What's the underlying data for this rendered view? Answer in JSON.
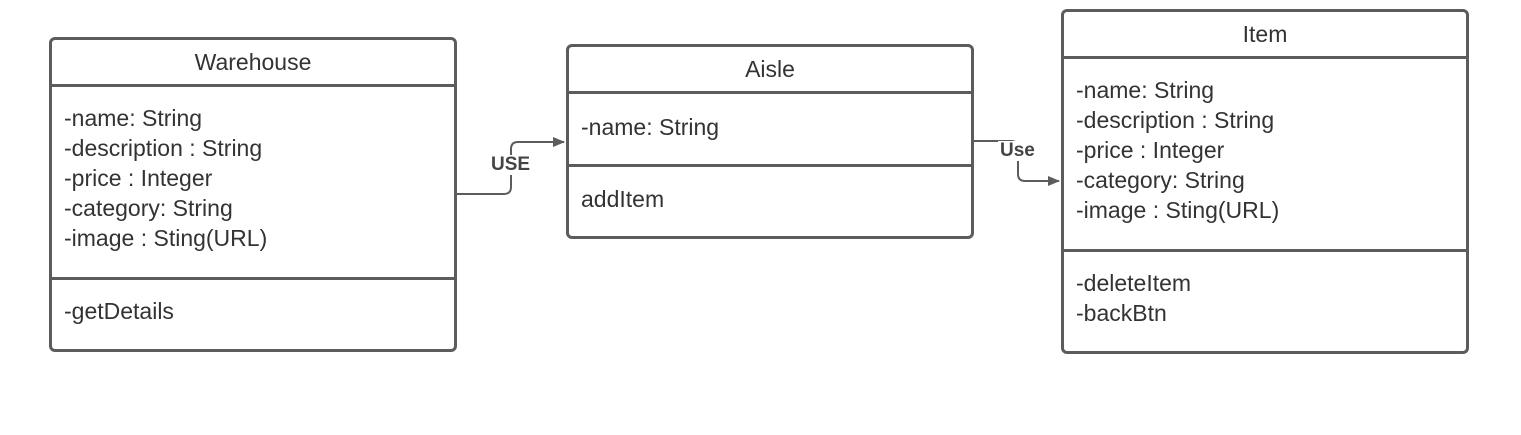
{
  "diagram": {
    "classes": [
      {
        "id": "warehouse",
        "name": "Warehouse",
        "attributes": [
          "-name: String",
          "-description : String",
          "-price : Integer",
          "-category: String",
          "-image : Sting(URL)"
        ],
        "operations": [
          "-getDetails"
        ]
      },
      {
        "id": "aisle",
        "name": "Aisle",
        "attributes": [
          "-name: String"
        ],
        "operations": [
          "addItem"
        ]
      },
      {
        "id": "item",
        "name": "Item",
        "attributes": [
          "-name: String",
          "-description : String",
          "-price : Integer",
          "-category: String",
          "-image : Sting(URL)"
        ],
        "operations": [
          "-deleteItem",
          "-backBtn"
        ]
      }
    ],
    "relations": [
      {
        "from": "Warehouse",
        "to": "Aisle",
        "label": "USE"
      },
      {
        "from": "Aisle",
        "to": "Item",
        "label": "Use"
      }
    ],
    "colors": {
      "stroke": "#5c5c5c",
      "text": "#333333",
      "background": "#ffffff"
    }
  }
}
